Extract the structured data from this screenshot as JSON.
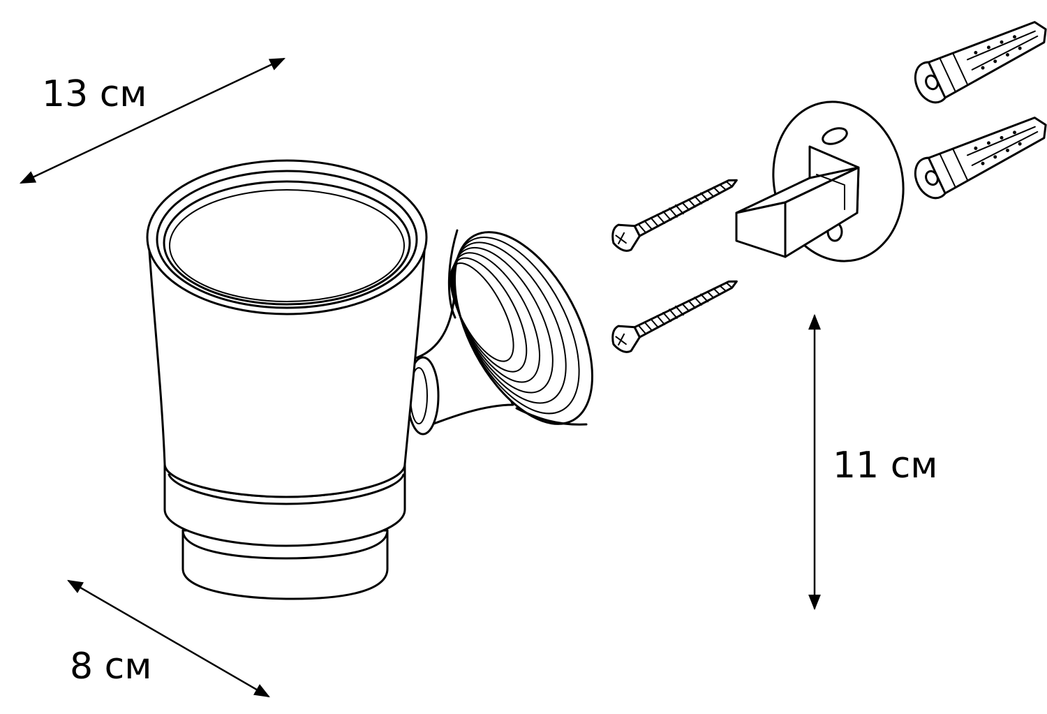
{
  "dimensions": {
    "width_label": "13 см",
    "height_label": "11 см",
    "depth_label": "8 см"
  },
  "colors": {
    "line": "#000000",
    "background": "#ffffff"
  }
}
